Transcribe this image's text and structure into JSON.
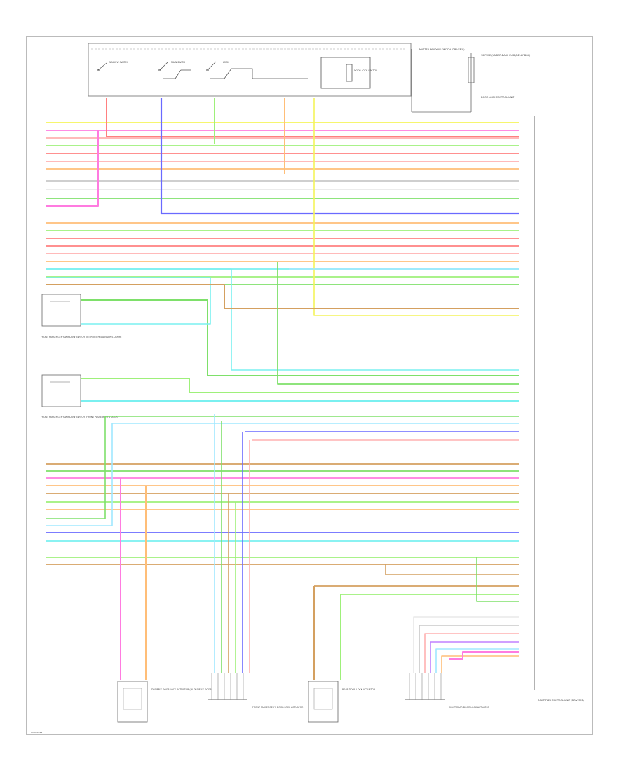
{
  "diagram": {
    "footer_code": "W9999999",
    "top_labels": {
      "switch_panel": "MASTER WINDOW SWITCH (DRIVER'S)",
      "door_lock_fuse": "10 FUSE (UNDER-DASH FUSE/RELAY BOX)",
      "door_lock_relay": "DOOR LOCK CONTROL UNIT",
      "sub_1": "WINDOW SWITCH",
      "sub_2": "MAIN SWITCH",
      "sub_3": "LOCK",
      "sub_4": "DOOR LOCK SWITCH"
    },
    "left_components": {
      "comp_a": "FRONT PASSENGER'S WINDOW SWITCH (IN FRONT PASSENGER'S DOOR)",
      "comp_b": "FRONT PASSENGER'S WINDOW SWITCH (FRONT PASSENGER'S DOOR)"
    },
    "bottom_components": {
      "b1": "DRIVER'S DOOR LOCK ACTUATOR (IN DRIVER'S DOOR)",
      "b2": "FRONT PASSENGER'S DOOR LOCK ACTUATOR",
      "b3": "REAR DOOR LOCK ACTUATOR",
      "b4": "RIGHT REAR DOOR LOCK ACTUATOR"
    },
    "right_component": "MULTIPLEX CONTROL UNIT (DRIVER'S)"
  }
}
